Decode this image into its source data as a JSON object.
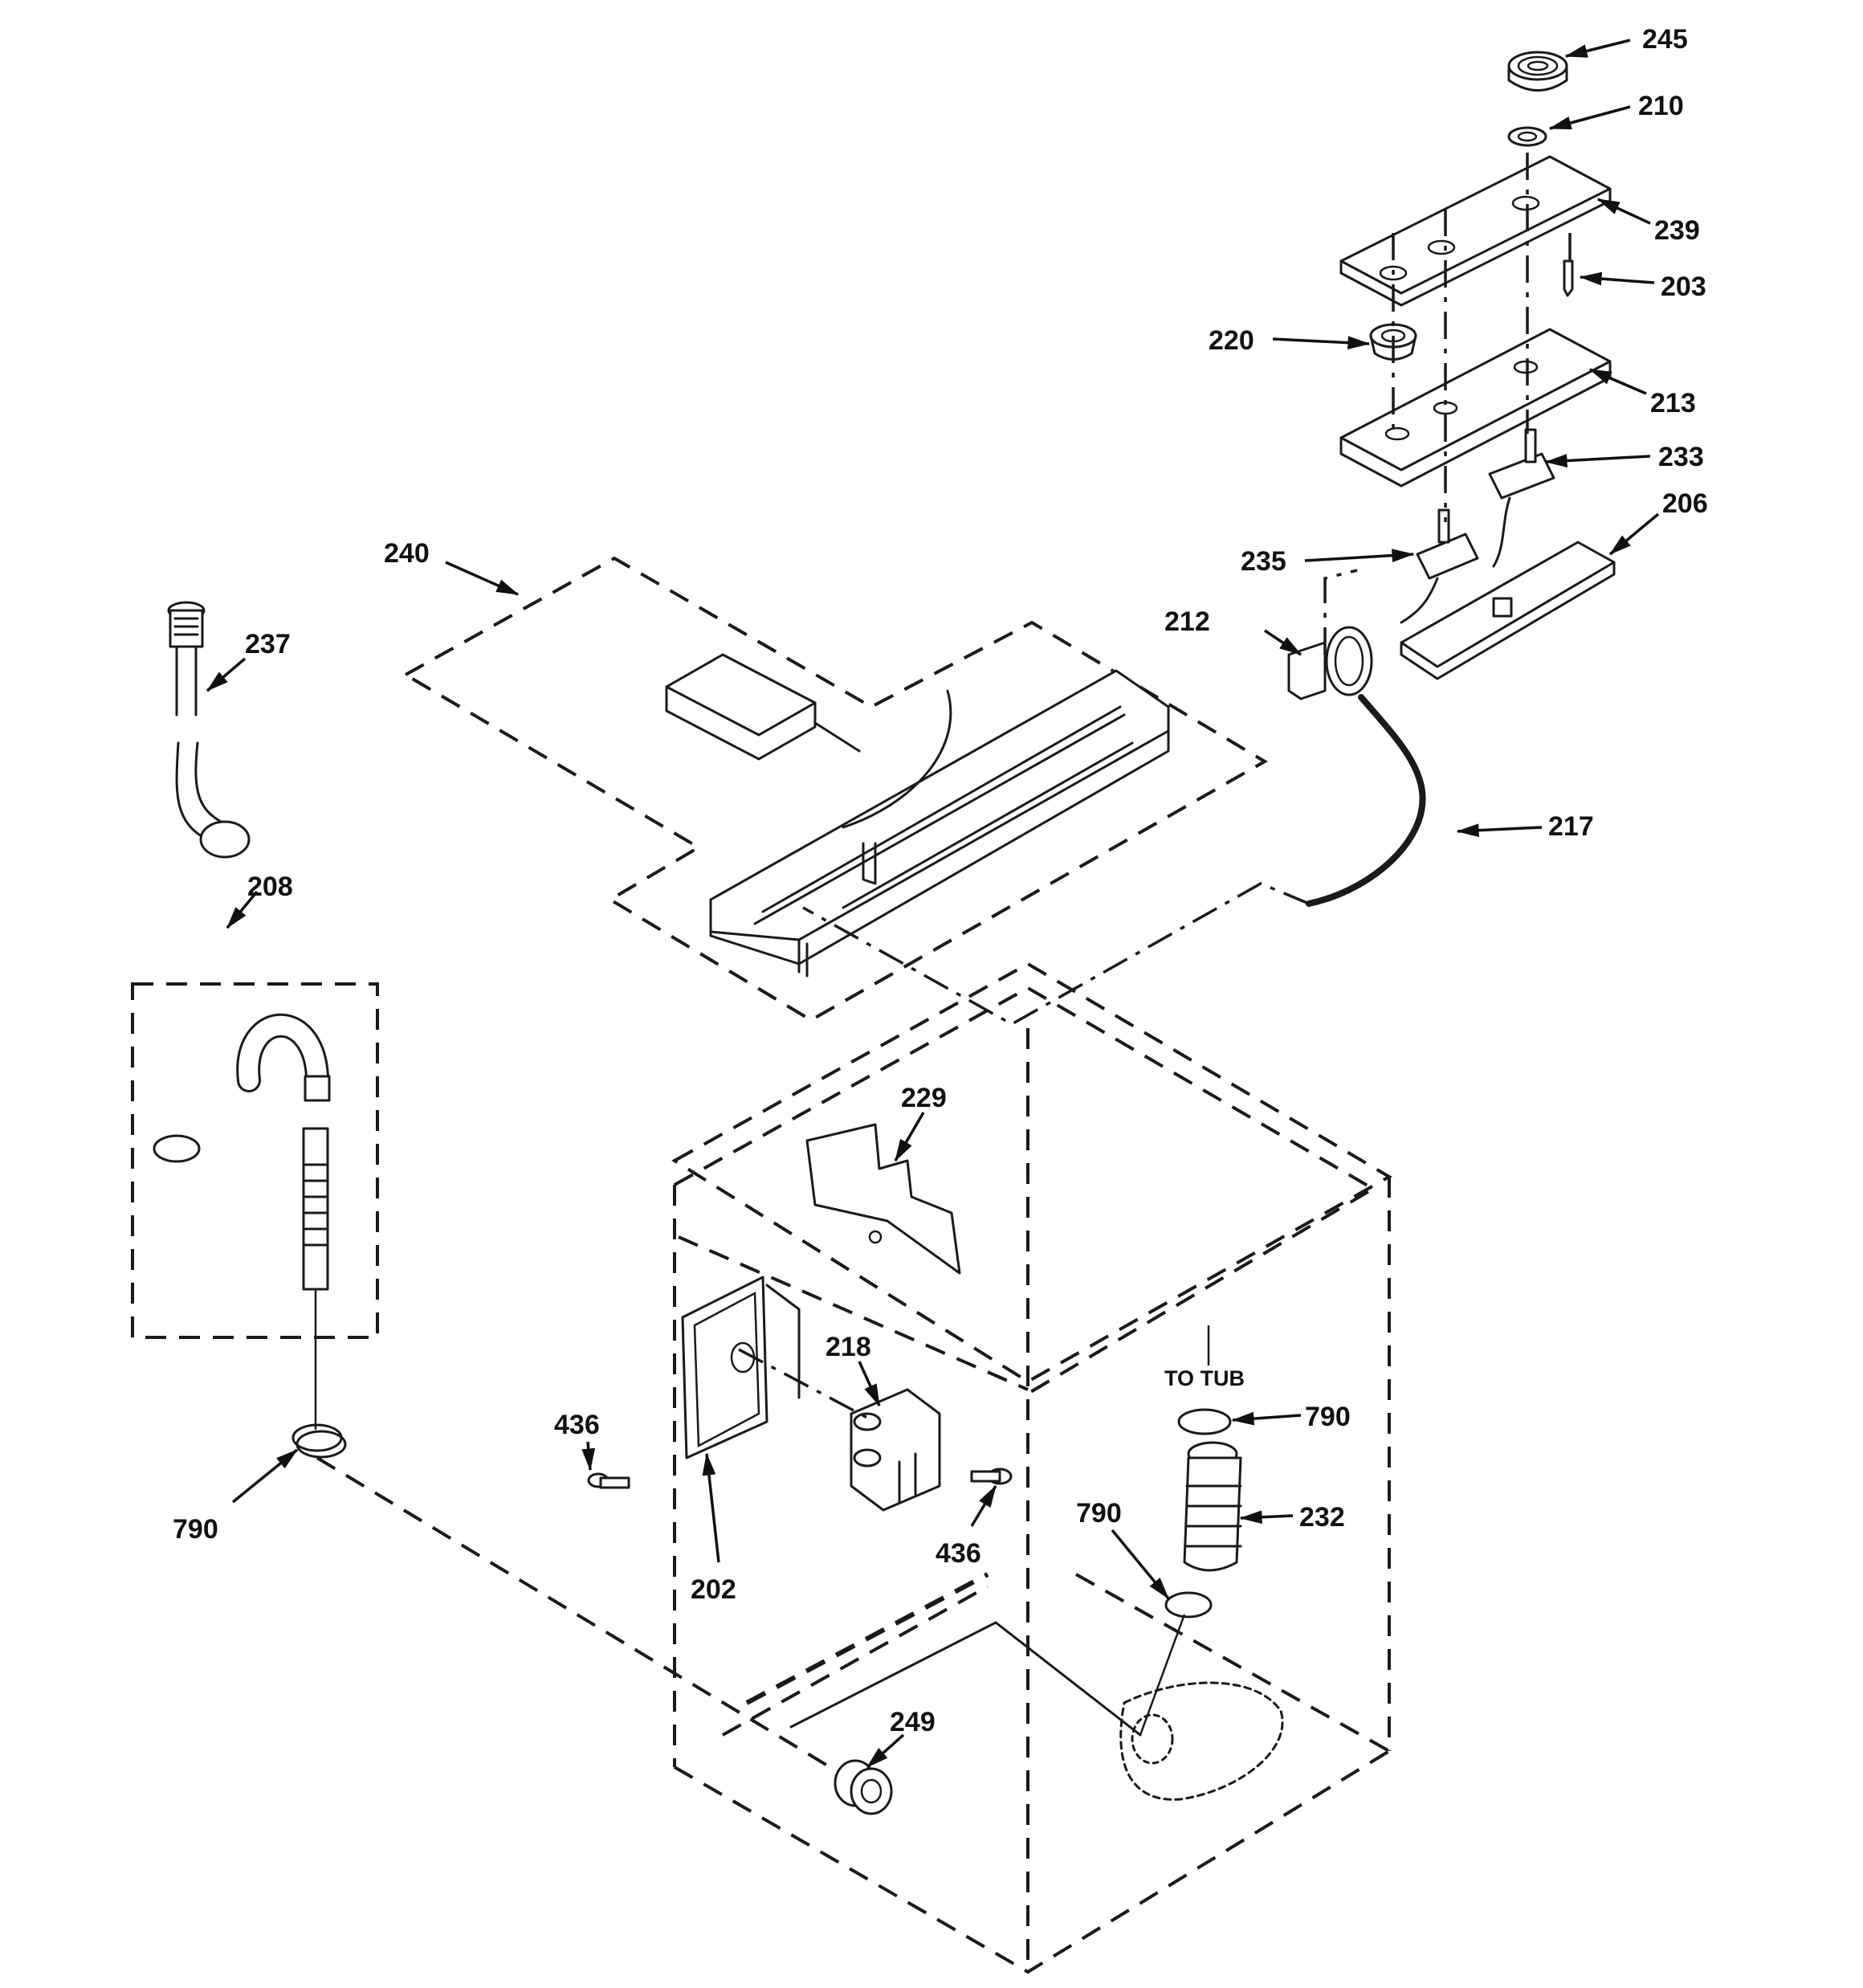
{
  "diagram": {
    "part_labels": {
      "p245": "245",
      "p210": "210",
      "p239": "239",
      "p203": "203",
      "p220": "220",
      "p213": "213",
      "p233": "233",
      "p206": "206",
      "p235": "235",
      "p212": "212",
      "p240": "240",
      "p237": "237",
      "p217": "217",
      "p208": "208",
      "p229": "229",
      "p218": "218",
      "p436a": "436",
      "p436b": "436",
      "p202": "202",
      "p790a": "790",
      "p790b": "790",
      "p790c": "790",
      "p232": "232",
      "p249": "249"
    },
    "annotation_to_tub": "TO TUB"
  }
}
